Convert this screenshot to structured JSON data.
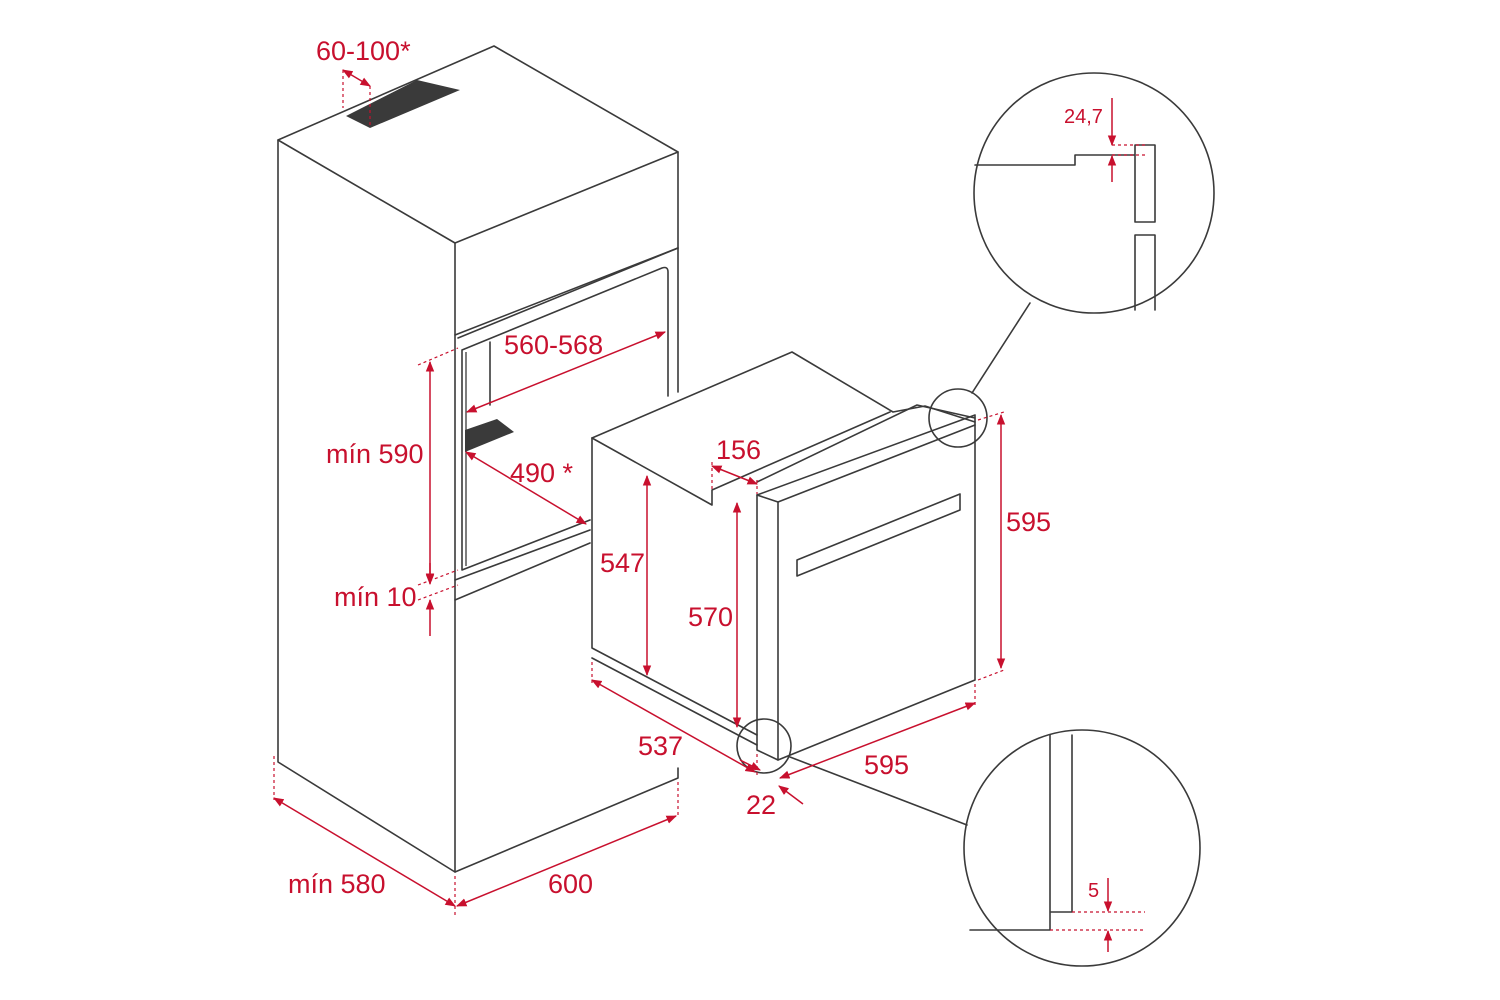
{
  "colors": {
    "line": "#3a3a3a",
    "dimension": "#c8102e",
    "vent": "#3a3a3a",
    "background": "#ffffff"
  },
  "dimensions": {
    "vent_gap": "60-100*",
    "niche_width": "560-568",
    "niche_height_min": "mín 590",
    "niche_depth": "490 *",
    "bottom_gap_min": "mín 10",
    "cabinet_depth_min": "mín 580",
    "cabinet_width": "600",
    "oven_body_height": "547",
    "oven_top_step": "156",
    "oven_inner_height": "570",
    "oven_depth": "537",
    "oven_front_height": "595",
    "oven_front_width": "595",
    "door_protrusion": "22",
    "detail_top_gap": "24,7",
    "detail_bottom_gap": "5"
  }
}
